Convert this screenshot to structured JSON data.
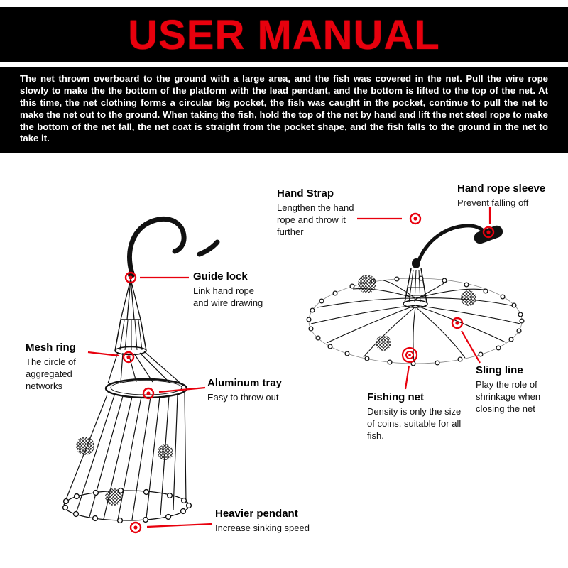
{
  "header": {
    "title": "USER MANUAL"
  },
  "intro": {
    "text": "The net thrown overboard to the ground with a large area, and the fish was covered in the net. Pull the wire rope slowly to make the  the bottom of the platform with the lead pendant, and the bottom is lifted to the top of the net. At this time, the net clothing forms a circular big pocket, the fish was caught in the pocket, continue to pull the net to make the net out to the ground. When taking the fish, hold the top of the net by hand and lift the net steel rope to make the bottom of the net fall, the net coat is straight from the pocket shape, and the fish falls to the ground in the net to take it."
  },
  "labels": {
    "hand_strap": {
      "title": "Hand Strap",
      "desc": "Lengthen the hand rope and throw it further"
    },
    "hand_rope_sleeve": {
      "title": "Hand rope sleeve",
      "desc": "Prevent falling off"
    },
    "guide_lock": {
      "title": "Guide lock",
      "desc": "Link hand rope and wire drawing"
    },
    "mesh_ring": {
      "title": "Mesh ring",
      "desc": "The circle of aggregated networks"
    },
    "aluminum_tray": {
      "title": "Aluminum tray",
      "desc": "Easy to throw out"
    },
    "sling_line": {
      "title": "Sling line",
      "desc": "Play the role of shrinkage when closing the net"
    },
    "fishing_net": {
      "title": "Fishing net",
      "desc": "Density is only the size of coins, suitable for all fish."
    },
    "heavier_pendant": {
      "title": "Heavier pendant",
      "desc": "Increase sinking speed"
    }
  },
  "colors": {
    "accent_red": "#e8000d",
    "header_bg": "#000000",
    "ink": "#111111",
    "text_white": "#ffffff"
  }
}
